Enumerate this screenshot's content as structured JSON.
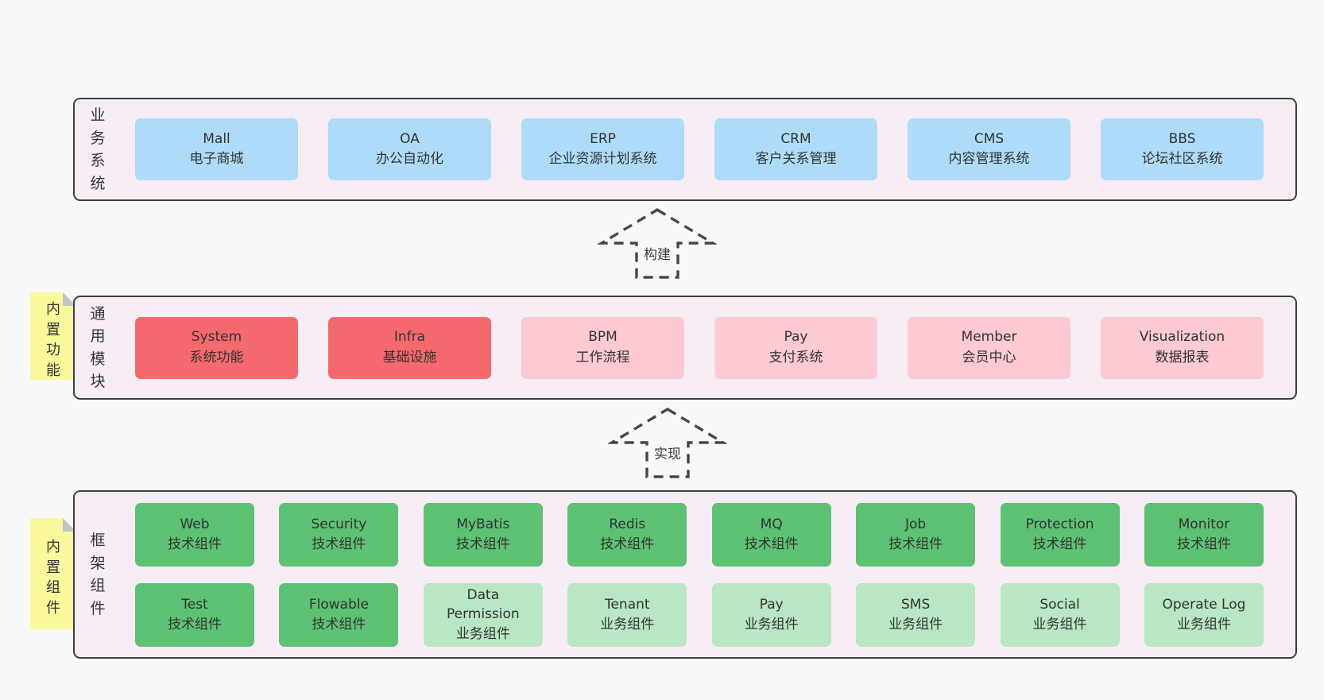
{
  "diagram": {
    "colors": {
      "page_bg": "#f8f8f8",
      "container_bg": "#f7edf5",
      "border": "#3f3f3f",
      "text": "#333333",
      "blue": "#aedcf8",
      "red": "#f4696e",
      "pink": "#fdc9d3",
      "green": "#5ec274",
      "light_green": "#b9e6c3",
      "tab_yellow": "#fafa9d",
      "fold_gray": "#c4c4c4",
      "arrow_stroke": "#474747"
    },
    "arrows": [
      {
        "label": "构建"
      },
      {
        "label": "实现"
      }
    ],
    "business": {
      "label": "业务系统",
      "boxes": [
        {
          "title": "Mall",
          "subtitle": "电子商城"
        },
        {
          "title": "OA",
          "subtitle": "办公自动化"
        },
        {
          "title": "ERP",
          "subtitle": "企业资源计划系统"
        },
        {
          "title": "CRM",
          "subtitle": "客户关系管理"
        },
        {
          "title": "CMS",
          "subtitle": "内容管理系统"
        },
        {
          "title": "BBS",
          "subtitle": "论坛社区系统"
        }
      ]
    },
    "modules": {
      "label": "通用模块",
      "tab": "内置功能",
      "boxes": [
        {
          "title": "System",
          "subtitle": "系统功能"
        },
        {
          "title": "Infra",
          "subtitle": "基础设施"
        },
        {
          "title": "BPM",
          "subtitle": "工作流程"
        },
        {
          "title": "Pay",
          "subtitle": "支付系统"
        },
        {
          "title": "Member",
          "subtitle": "会员中心"
        },
        {
          "title": "Visualization",
          "subtitle": "数据报表"
        }
      ]
    },
    "framework": {
      "label": "框架组件",
      "tab": "内置组件",
      "row1": [
        {
          "title": "Web",
          "subtitle": "技术组件"
        },
        {
          "title": "Security",
          "subtitle": "技术组件"
        },
        {
          "title": "MyBatis",
          "subtitle": "技术组件"
        },
        {
          "title": "Redis",
          "subtitle": "技术组件"
        },
        {
          "title": "MQ",
          "subtitle": "技术组件"
        },
        {
          "title": "Job",
          "subtitle": "技术组件"
        },
        {
          "title": "Protection",
          "subtitle": "技术组件"
        },
        {
          "title": "Monitor",
          "subtitle": "技术组件"
        }
      ],
      "row2": [
        {
          "title": "Test",
          "subtitle": "技术组件"
        },
        {
          "title": "Flowable",
          "subtitle": "技术组件"
        },
        {
          "title": "Data Permission",
          "subtitle": "业务组件"
        },
        {
          "title": "Tenant",
          "subtitle": "业务组件"
        },
        {
          "title": "Pay",
          "subtitle": "业务组件"
        },
        {
          "title": "SMS",
          "subtitle": "业务组件"
        },
        {
          "title": "Social",
          "subtitle": "业务组件"
        },
        {
          "title": "Operate Log",
          "subtitle": "业务组件"
        }
      ]
    }
  }
}
